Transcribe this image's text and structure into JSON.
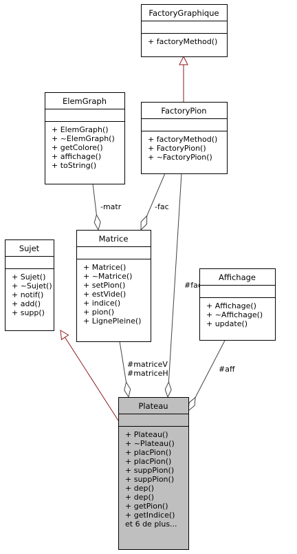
{
  "classes": [
    {
      "id": "FactoryGraphique",
      "name": "FactoryGraphique",
      "attributes": [],
      "methods": [
        "+ factoryMethod()"
      ]
    },
    {
      "id": "ElemGraph",
      "name": "ElemGraph",
      "attributes": [],
      "methods": [
        "+ ElemGraph()",
        "+ ~ElemGraph()",
        "+ getColore()",
        "+ affichage()",
        "+ toString()"
      ]
    },
    {
      "id": "FactoryPion",
      "name": "FactoryPion",
      "attributes": [],
      "methods": [
        "+ factoryMethod()",
        "+ FactoryPion()",
        "+ ~FactoryPion()"
      ]
    },
    {
      "id": "Sujet",
      "name": "Sujet",
      "attributes": [],
      "methods": [
        "+ Sujet()",
        "+ ~Sujet()",
        "+ notif()",
        "+ add()",
        "+ supp()"
      ]
    },
    {
      "id": "Matrice",
      "name": "Matrice",
      "attributes": [],
      "methods": [
        "+ Matrice()",
        "+ ~Matrice()",
        "+ setPion()",
        "+ estVide()",
        "+ indice()",
        "+ pion()",
        "+ LignePleine()"
      ]
    },
    {
      "id": "Affichage",
      "name": "Affichage",
      "attributes": [],
      "methods": [
        "+ Affichage()",
        "+ ~Affichage()",
        "+ update()"
      ]
    },
    {
      "id": "Plateau",
      "name": "Plateau",
      "attributes": [],
      "methods": [
        "+ Plateau()",
        "+ ~Plateau()",
        "+ placPion()",
        "+ placPion()",
        "+ suppPion()",
        "+ suppPion()",
        "+ dep()",
        "+ dep()",
        "+ getPion()",
        "+ getIndice()",
        "et 6 de plus..."
      ],
      "highlight": true
    }
  ],
  "relations": [
    {
      "id": "factorypion-inherits-factorygraphique",
      "kind": "inheritance",
      "from": "FactoryPion",
      "to": "FactoryGraphique",
      "label": "",
      "color": "#8b1a1a"
    },
    {
      "id": "elemgraph-matr-matrice",
      "kind": "aggregation",
      "from": "ElemGraph",
      "to": "Matrice",
      "label": "-matr",
      "color": "#404040"
    },
    {
      "id": "factorypion-fac-matrice",
      "kind": "aggregation",
      "from": "FactoryPion",
      "to": "Matrice",
      "label": "-fac",
      "color": "#404040"
    },
    {
      "id": "factorypion-fac-plateau",
      "kind": "aggregation",
      "from": "FactoryPion",
      "to": "Plateau",
      "label": "#fac",
      "color": "#404040"
    },
    {
      "id": "matrice-matrice-plateau",
      "kind": "aggregation",
      "from": "Matrice",
      "to": "Plateau",
      "label": "#matriceV\n#matriceH",
      "color": "#404040"
    },
    {
      "id": "affichage-aff-plateau",
      "kind": "aggregation",
      "from": "Affichage",
      "to": "Plateau",
      "label": "#aff",
      "color": "#404040"
    },
    {
      "id": "plateau-inherits-sujet",
      "kind": "inheritance",
      "from": "Plateau",
      "to": "Sujet",
      "label": "",
      "color": "#8b1a1a"
    }
  ]
}
